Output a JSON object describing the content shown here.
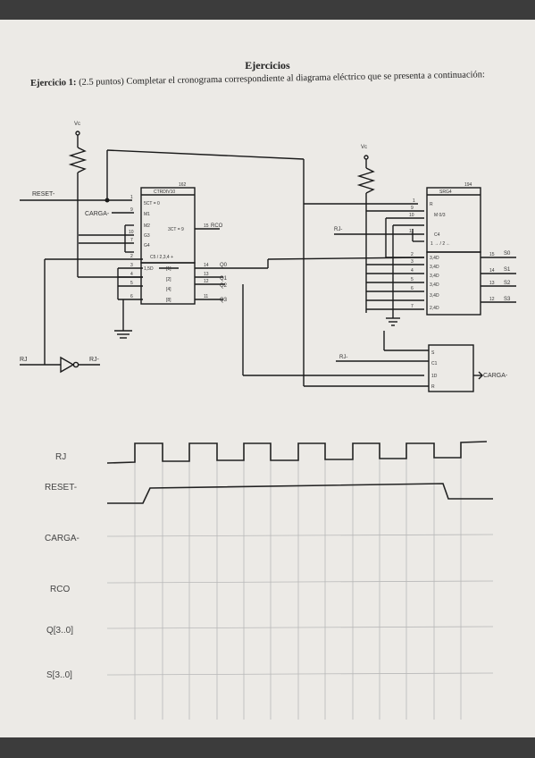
{
  "page": {
    "title": "Ejercicios",
    "exercise_label": "Ejercicio 1:",
    "exercise_text": "(2.5 puntos) Completar el cronograma correspondiente al diagrama eléctrico que se presenta a continuación:"
  },
  "circuit": {
    "vcc_label": "Vc",
    "vcc_label_2": "Vc",
    "reset_label": "RESET-",
    "carga_label": "CARGA-",
    "rj_in_label": "RJ",
    "rj_out_label": "RJ-",
    "rj_label_right": "RJ-",
    "rj_label_ff": "RJ-",
    "carga_out_label": "CARGA-",
    "rco_label": "RCO",
    "counter_part": "162",
    "counter_name": "CTRDIV10",
    "counter_lines": [
      "5CT = 0",
      "M1",
      "M2",
      "G3",
      "G4",
      "C5 / 2,3,4 +",
      "1,5D",
      "[1]",
      "[2]",
      "[4]",
      "[8]",
      "3CT = 9"
    ],
    "counter_pins": [
      "1",
      "9",
      "10",
      "7",
      "2",
      "3",
      "4",
      "5",
      "6",
      "15",
      "14",
      "13",
      "12",
      "11"
    ],
    "q_labels": [
      "Q0",
      "Q1",
      "Q2",
      "Q3"
    ],
    "shift_part": "194",
    "shift_name": "SRG4",
    "shift_lines": [
      "R",
      "M 0/3",
      "C4",
      "1 → / 2 ←",
      "3,4D",
      "3,4D",
      "3,4D",
      "3,4D",
      "3,4D",
      "2,4D"
    ],
    "shift_pins": [
      "1",
      "9",
      "10",
      "11",
      "2",
      "3",
      "4",
      "5",
      "6",
      "7",
      "15",
      "14",
      "13",
      "12"
    ],
    "s_labels": [
      "S0",
      "S1",
      "S2",
      "S3"
    ],
    "ff_lines": [
      "S",
      "C1",
      "1D",
      "R"
    ]
  },
  "timing": {
    "signals": [
      "RJ",
      "RESET-",
      "CARGA-",
      "RCO",
      "Q[3..0]",
      "S[3..0]"
    ]
  }
}
